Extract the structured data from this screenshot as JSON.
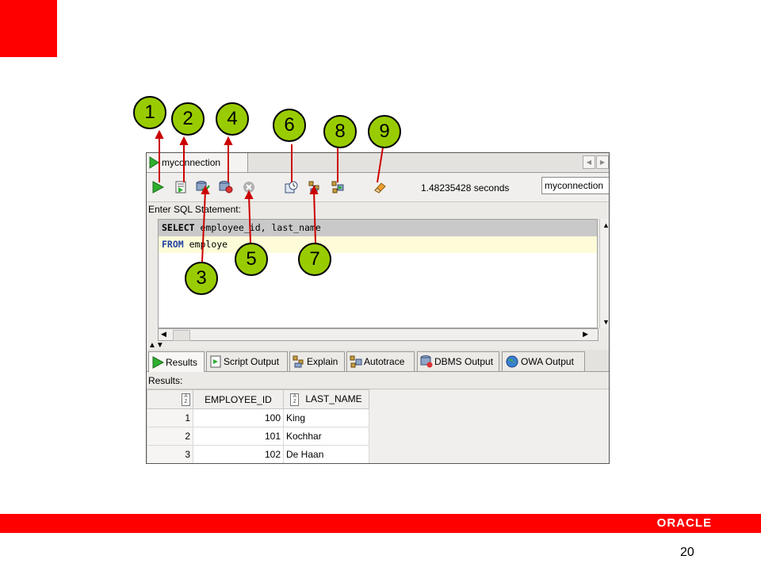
{
  "slide": {
    "logo_text": "ORACLE",
    "page_number": "20",
    "brand_color": "#ff0000"
  },
  "window": {
    "tab_label": "myconnection",
    "toolbar": {
      "buttons": [
        {
          "name": "execute-statement",
          "icon": "green-run-arrow-icon"
        },
        {
          "name": "run-script",
          "icon": "script-run-icon"
        },
        {
          "name": "commit",
          "icon": "db-check-icon"
        },
        {
          "name": "rollback",
          "icon": "db-undo-icon"
        },
        {
          "name": "cancel",
          "icon": "cancel-circle-icon"
        },
        {
          "name": "sql-history",
          "icon": "history-clock-icon"
        },
        {
          "name": "execute-explain-plan",
          "icon": "explain-plan-icon"
        },
        {
          "name": "autotrace",
          "icon": "autotrace-icon"
        },
        {
          "name": "clear",
          "icon": "eraser-icon"
        }
      ],
      "timing": "1.48235428 seconds",
      "connection": "myconnection"
    },
    "editor": {
      "label": "Enter SQL Statement:",
      "line1_keyword": "SELECT",
      "line1_rest": " employee_id, last_name",
      "line2_keyword": "FROM",
      "line2_rest": " employe"
    },
    "result_tabs": [
      {
        "label": "Results",
        "icon": "green-run-arrow-icon",
        "active": true
      },
      {
        "label": "Script Output",
        "icon": "script-output-icon"
      },
      {
        "label": "Explain",
        "icon": "explain-icon"
      },
      {
        "label": "Autotrace",
        "icon": "autotrace-icon"
      },
      {
        "label": "DBMS Output",
        "icon": "dbms-output-icon"
      },
      {
        "label": "OWA Output",
        "icon": "owa-globe-icon"
      }
    ],
    "results_label": "Results:",
    "grid": {
      "columns": [
        "EMPLOYEE_ID",
        "LAST_NAME"
      ],
      "rows": [
        {
          "num": "1",
          "id": "100",
          "name": "King"
        },
        {
          "num": "2",
          "id": "101",
          "name": "Kochhar"
        },
        {
          "num": "3",
          "id": "102",
          "name": "De Haan"
        }
      ]
    }
  },
  "callouts": [
    "1",
    "2",
    "3",
    "4",
    "5",
    "6",
    "7",
    "8",
    "9"
  ],
  "colors": {
    "callout_fill": "#99cc00",
    "callout_line": "#cc0000",
    "keyword_from": "#1f3fa0",
    "current_line": "#fefcd8"
  }
}
